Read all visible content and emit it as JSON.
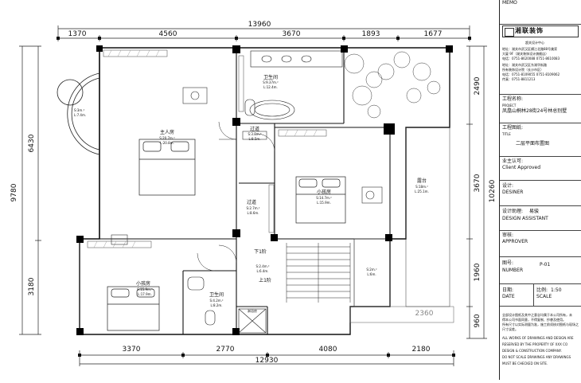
{
  "memo": "MEMO",
  "dimensions": {
    "top_total": "13960",
    "top_segments": [
      "1370",
      "4560",
      "3670",
      "1893",
      "1677"
    ],
    "bottom_segments": [
      "3370",
      "2770",
      "4080",
      "2180"
    ],
    "bottom_total": "12930",
    "left_total": "9780",
    "left_segments": [
      "6430",
      "3180"
    ],
    "right_total": "10260",
    "right_segments": [
      "2490",
      "3670",
      "1960",
      "960"
    ],
    "inner_2360": "2360"
  },
  "rooms": {
    "master": {
      "name": "主人房",
      "area": "S:20.7m.²",
      "perimeter": "L:20.8m."
    },
    "bay": {
      "area": "S:3m.²",
      "perimeter": "L:7.4m."
    },
    "bath_top": {
      "name": "卫生间",
      "area": "S:9.37m.²",
      "perimeter": "L:12.4m."
    },
    "corridor1": {
      "name": "过道",
      "area": "S:3.8m.²",
      "perimeter": "L:8.5m."
    },
    "corridor2": {
      "name": "过道",
      "area": "S:2.7m.²",
      "perimeter": "L:8.6m."
    },
    "kid1": {
      "name": "小孩房",
      "area": "S:14.7m.²",
      "perimeter": "L:15.9m."
    },
    "terrace": {
      "name": "露台",
      "area": "S:18m.²",
      "perimeter": "L:25.1m."
    },
    "stair": {
      "area": "S:2.4m.²",
      "perimeter": "L:6.4m.",
      "down": "下1阶",
      "up": "上1阶"
    },
    "kid2": {
      "name": "小孩房",
      "area": "S:15.9m.²",
      "perimeter": "L:17.9m."
    },
    "bath_bottom": {
      "name": "卫生间",
      "area": "S:4.2m.²",
      "perimeter": "L:8.2m."
    },
    "shower": {
      "name": "淋浴房"
    },
    "small_right": {
      "area": "S:2m.²",
      "perimeter": "L:6m."
    }
  },
  "panel": {
    "logo_text": "湘联装饰",
    "design_center": "超关设计中心",
    "address_lines": [
      "地址：湖关市武汉区横江北路88号美家",
      "大厦 9F（湖关装饰设计旗舰店）",
      "电话：0751-8620088  0751-8610083",
      "地址：湖关市武汉区东湖华街路",
      "所有装饰设计院（长沙市区）",
      "电话：0751-8109055  0751-8109062",
      "传真：0751-8811213"
    ],
    "project_label_cn": "工程名称:",
    "project_label_en": "PROJECT",
    "project_value": "凤凰山桐林28街24号林总别墅",
    "title_label_cn": "工程图纸:",
    "title_label_en": "TITLE",
    "title_value": "二层平面布置图",
    "client_label_cn": "业主认可:",
    "client_label_en": "Client Approved",
    "designer_label_cn": "设计:",
    "designer_label_en": "DESINER",
    "assistant_label_cn": "设计助理:",
    "assistant_value": "易骏",
    "assistant_label_en": "DESIGN ASSISTANT",
    "approver_label_cn": "审核:",
    "approver_label_en": "APPROVER",
    "number_label_cn": "图号:",
    "number_label_en": "NUMBER",
    "number_value": "P-01",
    "date_label_cn": "日期:",
    "date_label_en": "DATE",
    "scale_label_cn": "比例:",
    "scale_value": "1:50",
    "scale_label_en": "SCALE",
    "notice_cn": [
      "全部设计图纸及其中之意念均属于本公司所有，未",
      "得本公司书面同意，不得复制、抄袭及使用。",
      "所有尺寸以实际测量为准，施工前须核对图纸与现场之",
      "尺寸误差。"
    ],
    "notice_en": [
      "ALL WORKS OF DRAWINGS AND DESIGN ARE",
      "RESERVED BY THE PROPERTY OF XXX CO",
      "DESIGN & CONSTRUCTION COMPANY.",
      "DO NOT SCALE DRAWINGS ANY DRAWINGS",
      "MUST BE CHECKED ON SITE."
    ]
  }
}
